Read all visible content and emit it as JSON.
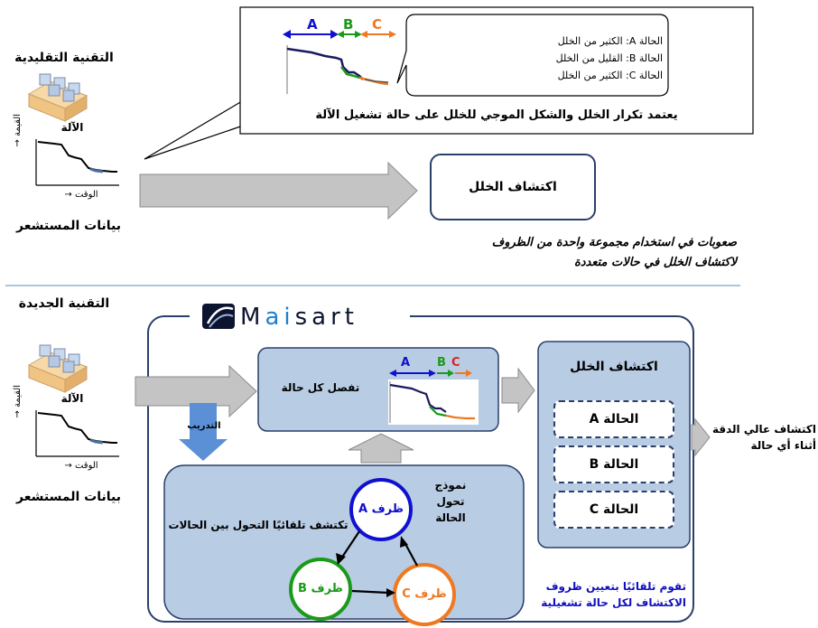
{
  "top": {
    "section_title": "التقنية التقليدية",
    "machine_label": "الآلة",
    "y_axis_label": "القيمة",
    "x_axis_label": "الوقت",
    "sensor_data_label": "بيانات المستشعر",
    "callout": {
      "letters": [
        "A",
        "B",
        "C"
      ],
      "states": [
        "الحالة A: الكثير من الخلل",
        "الحالة B: القليل من الخلل",
        "الحالة C: الكثير من الخلل"
      ],
      "caption": "يعتمد تكرار الخلل والشكل الموجي للخلل على حالة تشغيل الآلة"
    },
    "detection_box": "اكتشاف الخلل",
    "difficulty_line1": "صعوبات في استخدام مجموعة واحدة من الظروف",
    "difficulty_line2": "لاكتشاف الخلل في حالات متعددة"
  },
  "bottom": {
    "section_title": "التقنية الجديدة",
    "machine_label": "الآلة",
    "y_axis_label": "القيمة",
    "x_axis_label": "الوقت",
    "sensor_data_label": "بيانات المستشعر",
    "brand_prefix": "M",
    "brand_accent": "ai",
    "brand_suffix": "sart",
    "separate_label": "تفصل كل حالة",
    "training_label": "التدريب",
    "model_label": [
      "نموذج",
      "تحول",
      "الحالة"
    ],
    "auto_transition": "تكتشف تلقائيًا التحول بين الحالات",
    "conditions": [
      "ظرف A",
      "ظرف B",
      "ظرف C"
    ],
    "detection_title": "اكتشاف الخلل",
    "states": [
      "الحالة A",
      "الحالة B",
      "الحالة C"
    ],
    "auto_assign_line1": "تقوم تلقائيًا بتعيين ظروف",
    "auto_assign_line2": "الاكتشاف لكل حالة تشغيلية",
    "result_line1": "اكتشاف عالي الدقة",
    "result_line2": "أثناء أي حالة",
    "mini_letters": [
      "A",
      "B",
      "C"
    ]
  },
  "colors": {
    "condition_a": "#1010d0",
    "condition_b": "#1a9a1a",
    "condition_c": "#f07820",
    "panel_fill": "#b8cce4",
    "panel_border": "#2b3f6b",
    "arrow_gray": "#c4c4c4",
    "training_arrow": "#5b8fd6",
    "accent_text": "#1010c0",
    "divider": "#8fb4cc"
  }
}
